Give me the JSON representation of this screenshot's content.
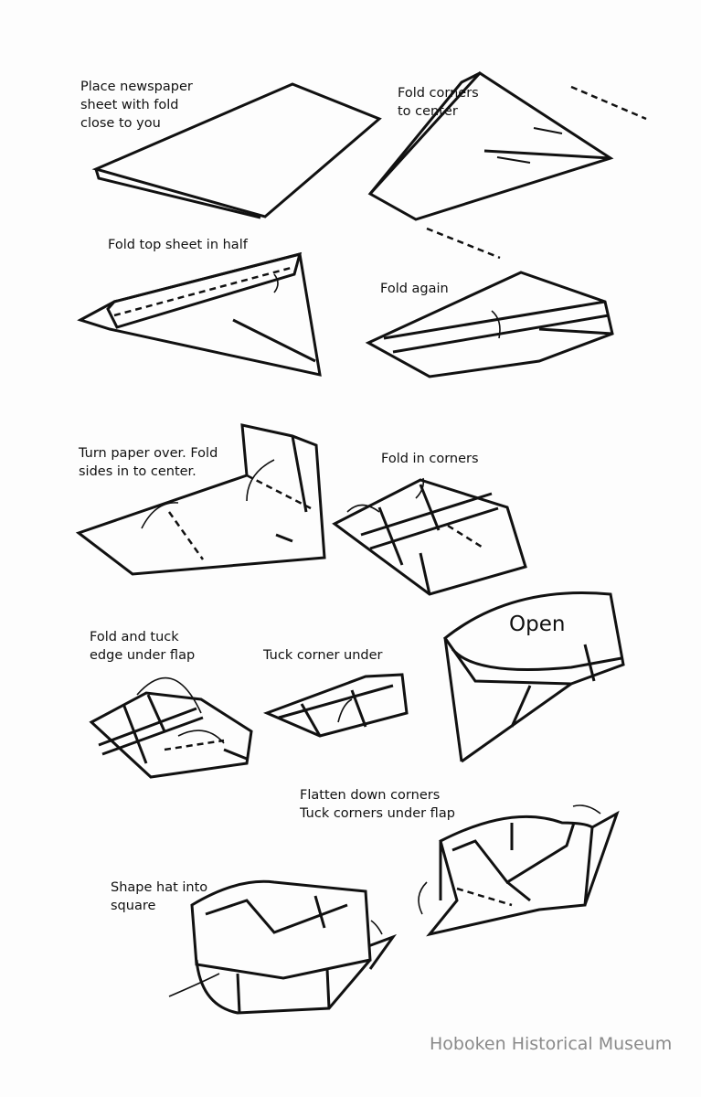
{
  "steps": {
    "step1": "Place newspaper\nsheet with fold\nclose to you",
    "step2": "Fold corners\nto center",
    "step3": "Fold top sheet in half",
    "step4": "Fold again",
    "step5": "Turn paper over. Fold\nsides in to center.",
    "step6": "Fold in corners",
    "step7": "Fold and tuck\nedge under flap",
    "step8": "Tuck corner under",
    "step9_label": "Open",
    "step10": "Flatten down corners\nTuck corners under flap",
    "step11": "Shape hat into\nsquare"
  },
  "watermark": "Hoboken Historical Museum"
}
